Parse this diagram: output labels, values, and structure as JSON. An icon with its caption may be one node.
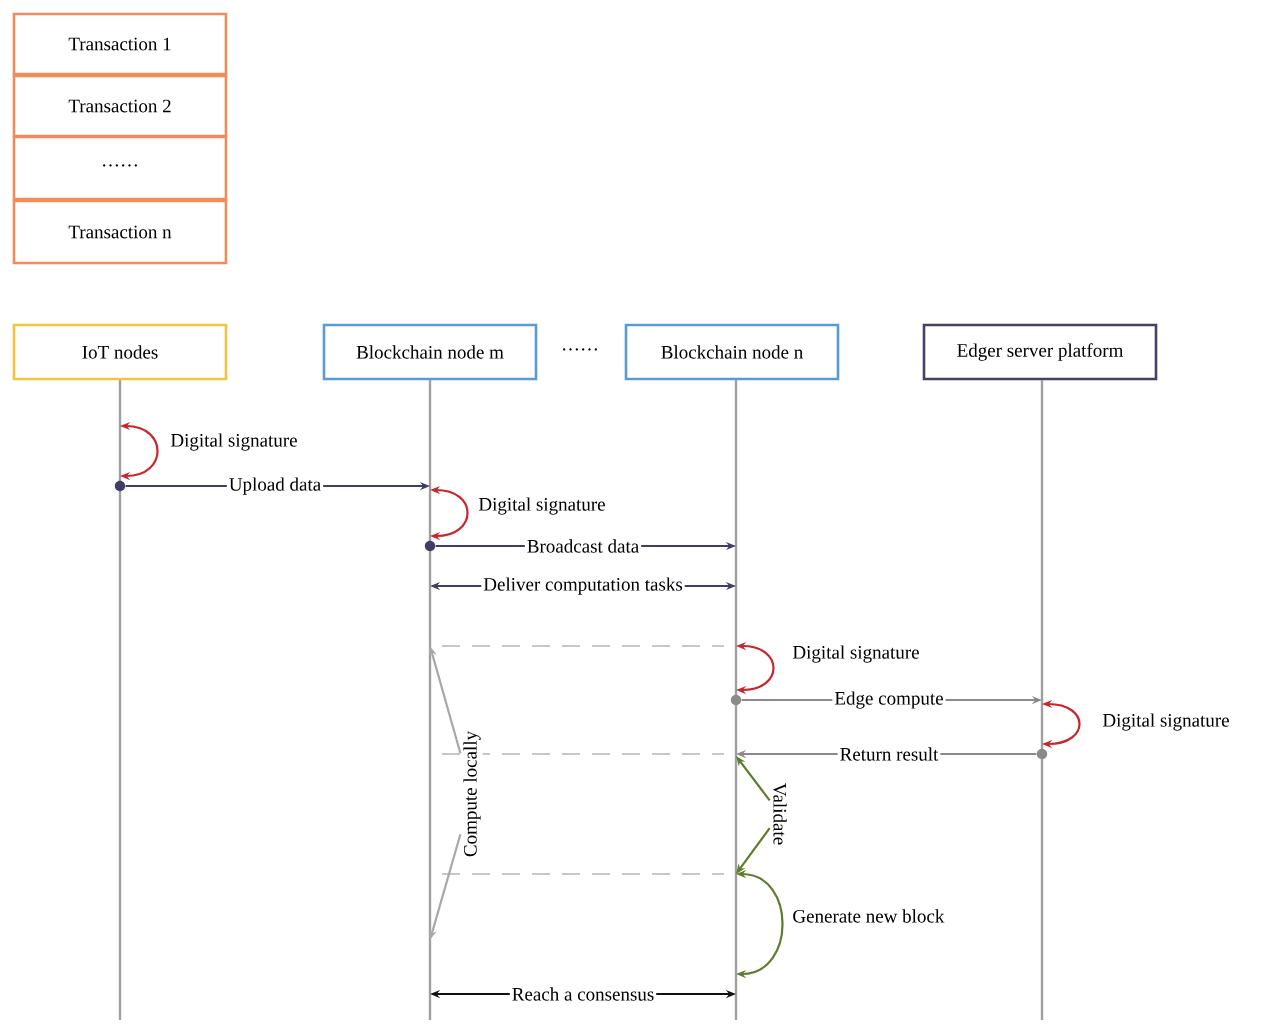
{
  "diagram": {
    "nodes": [
      {
        "text": [
          "Transaction 1"
        ]
      },
      {
        "text": [
          "Transaction 2"
        ]
      },
      {
        "text": [
          "······"
        ]
      },
      {
        "text": [
          "Transaction n"
        ]
      },
      {
        "text": [
          "IoT nodes"
        ]
      },
      {
        "text": [
          "Blockchain node m"
        ]
      },
      {
        "text": [
          "Blockchain node n"
        ]
      },
      {
        "text": [
          "Edger server platform"
        ]
      },
      {
        "text": [],
        "shape": "line"
      },
      {
        "text": [],
        "shape": "line"
      },
      {
        "text": [],
        "shape": "line"
      },
      {
        "text": [],
        "shape": "line"
      },
      {
        "text": [
          "Compute locally"
        ]
      },
      {
        "text": [
          "Validate"
        ]
      },
      {
        "text": [],
        "shape": "circle"
      },
      {
        "text": [],
        "shape": "circle"
      },
      {
        "text": [],
        "shape": "circle"
      },
      {
        "text": [],
        "shape": "circle"
      }
    ],
    "edges": [
      {
        "from": 8,
        "to": 8,
        "arrow": "both",
        "label": "Digital signature",
        "color": "#c8262c"
      },
      {
        "from": 14,
        "to": 9,
        "arrow": "to",
        "label": "Upload data",
        "color": "#3f3d63"
      },
      {
        "from": 9,
        "to": 9,
        "arrow": "both",
        "label": "Digital signature",
        "color": "#c8262c"
      },
      {
        "from": 15,
        "to": 10,
        "arrow": "to",
        "label": "Broadcast data",
        "color": "#3f3d63"
      },
      {
        "from": 9,
        "to": 10,
        "arrow": "both",
        "label": "Deliver computation tasks",
        "color": "#3f3d63"
      },
      {
        "from": 10,
        "to": 10,
        "arrow": "both",
        "label": "Digital signature",
        "color": "#c8262c"
      },
      {
        "from": 16,
        "to": 11,
        "arrow": "to",
        "label": "Edge compute",
        "color": "#8a8a8a"
      },
      {
        "from": 11,
        "to": 11,
        "arrow": "both",
        "label": "Digital signature",
        "color": "#c8262c"
      },
      {
        "from": 17,
        "to": 10,
        "arrow": "to",
        "label": "Return result",
        "color": "#8a8a8a"
      },
      {
        "from": 10,
        "to": 10,
        "arrow": "both",
        "label": "Generate new block",
        "color": "#5e7d2c"
      },
      {
        "from": 13,
        "to": 10,
        "arrow": "to",
        "color": "#5e7d2c"
      },
      {
        "from": 13,
        "to": 10,
        "arrow": "to",
        "color": "#5e7d2c"
      },
      {
        "from": 12,
        "to": 9,
        "arrow": "to",
        "color": "#a8a8a8"
      },
      {
        "from": 12,
        "to": 9,
        "arrow": "to",
        "color": "#a8a8a8"
      },
      {
        "from": 9,
        "to": 10,
        "arrow": "both",
        "label": "Reach a consensus",
        "color": "#111111"
      }
    ],
    "labels": [
      "······"
    ]
  }
}
